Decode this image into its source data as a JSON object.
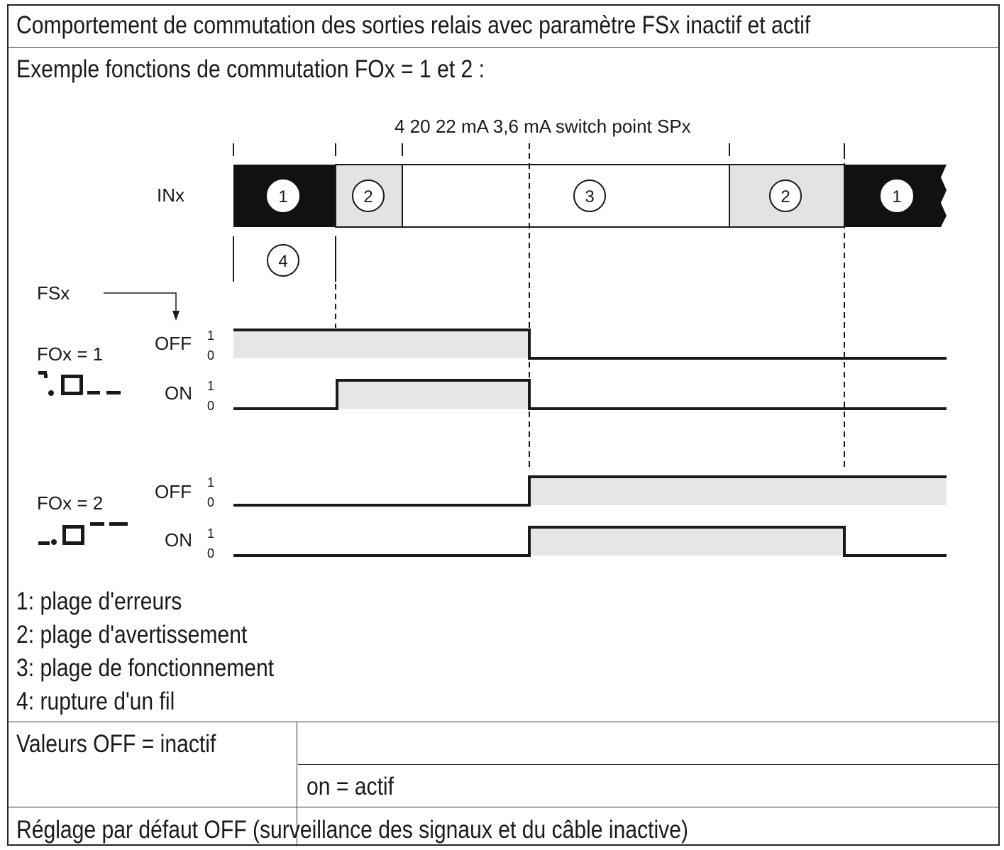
{
  "header": {
    "title": "Comportement de commutation des sorties relais avec paramètre FSx inactif et actif"
  },
  "diagram": {
    "subtitle": "Exemple fonctions de commutation FOx = 1 et 2 :",
    "top_annotation": "4 20 22 mA 3,6 mA switch point SPx",
    "input_label": "INx",
    "fs_label": "FSx",
    "fo1_label": "FOx = 1",
    "fo2_label": "FOx = 2",
    "off_label": "OFF",
    "on_label": "ON",
    "bit_high": "1",
    "bit_low": "0",
    "zone_numbers": [
      "1",
      "2",
      "3",
      "2",
      "1"
    ],
    "wire_break_number": "4"
  },
  "legend": [
    "1:  plage d'erreurs",
    "2:  plage d'avertissement",
    "3:  plage de fonctionnement",
    "4:  rupture d'un fil"
  ],
  "values_row": {
    "label": "Valeurs OFF  = inactif",
    "on_value": "on  = actif"
  },
  "default_row": {
    "text": "Réglage par défaut OFF (surveillance des signaux et du câble inactive)"
  },
  "colors": {
    "error_zone": "#111111",
    "warning_zone": "#e3e3e3",
    "signal_fill": "#e6e6e6",
    "line": "#1a1a1a"
  }
}
